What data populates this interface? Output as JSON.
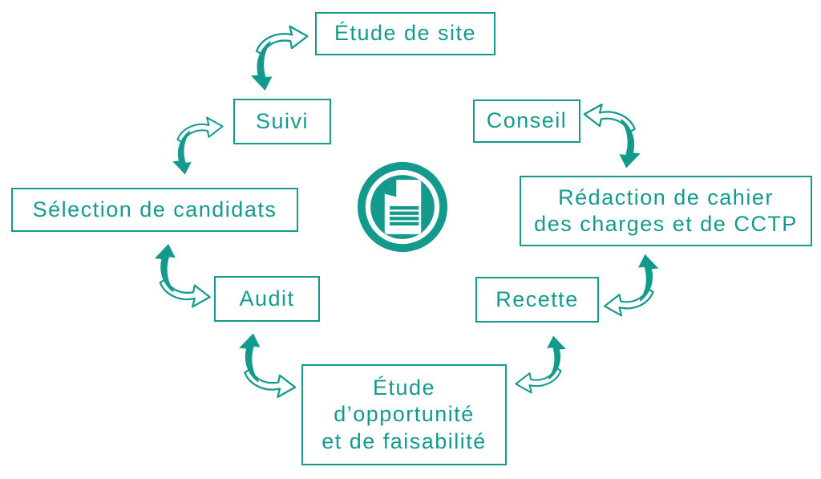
{
  "palette": {
    "teal": "#149a8d"
  },
  "diagram": {
    "type": "cycle",
    "center_icon": "document-icon",
    "nodes": [
      {
        "id": "etude-de-site",
        "label": "Étude de site"
      },
      {
        "id": "suivi",
        "label": "Suivi"
      },
      {
        "id": "conseil",
        "label": "Conseil"
      },
      {
        "id": "selection-de-candidats",
        "label": "Sélection de candidats"
      },
      {
        "id": "redaction-cahier-des-charges-cctp",
        "label": "Rédaction de cahier\ndes charges et de CCTP"
      },
      {
        "id": "audit",
        "label": "Audit"
      },
      {
        "id": "recette",
        "label": "Recette"
      },
      {
        "id": "etude-opportunite-faisabilite",
        "label": "Étude\nd’opportunité\net de faisabilité"
      }
    ],
    "connections": [
      {
        "between": [
          "Suivi",
          "Étude de site"
        ]
      },
      {
        "between": [
          "Sélection de candidats",
          "Suivi"
        ]
      },
      {
        "between": [
          "Sélection de candidats",
          "Audit"
        ]
      },
      {
        "between": [
          "Audit",
          "Étude d’opportunité et de faisabilité"
        ]
      },
      {
        "between": [
          "Étude d’opportunité et de faisabilité",
          "Recette"
        ]
      },
      {
        "between": [
          "Recette",
          "Rédaction de cahier des charges et de CCTP"
        ]
      },
      {
        "between": [
          "Rédaction de cahier des charges et de CCTP",
          "Conseil"
        ]
      }
    ]
  }
}
